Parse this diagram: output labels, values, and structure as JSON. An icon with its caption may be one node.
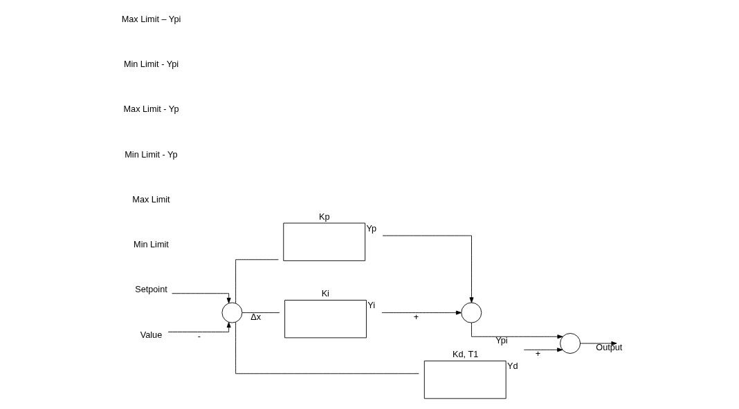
{
  "diagram": {
    "nodes": [
      {
        "text": [
          "Setpoint"
        ]
      },
      {
        "text": [
          "Value"
        ]
      },
      {
        "text": [],
        "shape": "circle"
      },
      {
        "text": [
          "Kp"
        ],
        "beside": [
          "Yp"
        ]
      },
      {
        "text": [
          "Ki"
        ],
        "beside": [
          "Yi"
        ]
      },
      {
        "text": [
          "Kd, T1"
        ],
        "beside": [
          "Yd"
        ]
      },
      {
        "text": [],
        "shape": "circle"
      },
      {
        "text": [],
        "shape": "circle"
      }
    ],
    "edges": [
      {
        "from": 0,
        "to": 2,
        "arrow": "to"
      },
      {
        "from": 1,
        "to": 2,
        "arrow": "to",
        "label": "-"
      },
      {
        "from": 2,
        "to": 3,
        "arrow": "none"
      },
      {
        "from": 2,
        "to": 4,
        "arrow": "none",
        "label": "Δx"
      },
      {
        "from": 2,
        "to": 5,
        "arrow": "none"
      },
      {
        "from": 3,
        "to": 6,
        "arrow": "to"
      },
      {
        "from": 4,
        "to": 6,
        "arrow": "to",
        "label": "+"
      },
      {
        "from": 6,
        "to": 7,
        "arrow": "to",
        "label": "Ypi"
      },
      {
        "from": 5,
        "to": 7,
        "arrow": "to",
        "label": "+"
      },
      {
        "from": 7,
        "to": null,
        "arrow": "to",
        "label": "Output"
      }
    ],
    "labels": [
      "Max Limit",
      "Min Limit",
      "Max Limit - Yp",
      "Min Limit - Yp",
      "Max Limit – Ypi",
      "Min Limit - Ypi"
    ]
  }
}
